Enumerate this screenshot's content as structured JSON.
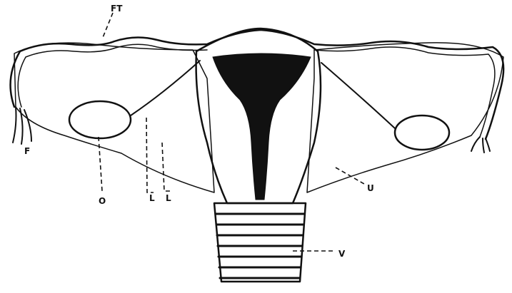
{
  "figure": {
    "labels": {
      "fallopian_tube": "FT",
      "fimbria": "F",
      "ovary": "O",
      "ligament_1": "L",
      "ligament_2": "L",
      "uterus": "U",
      "vagina": "V"
    },
    "colors": {
      "ink": "#111111",
      "paper": "#ffffff",
      "ovary_fill": "#d9d9d9"
    }
  }
}
